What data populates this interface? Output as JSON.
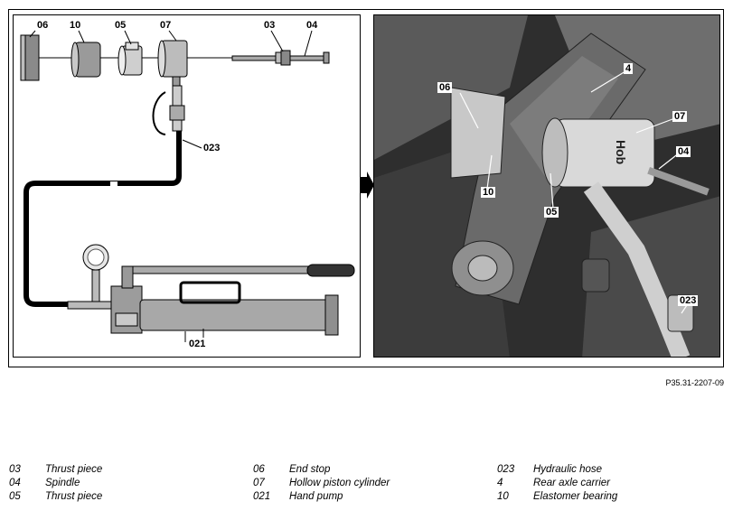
{
  "diagram_left": {
    "labels": [
      "06",
      "10",
      "05",
      "07",
      "03",
      "04",
      "023",
      "021"
    ]
  },
  "photo_right": {
    "labels": [
      "4",
      "06",
      "07",
      "04",
      "10",
      "05",
      "023"
    ],
    "cylinder_text": "Hob"
  },
  "reference_code": "P35.31-2207-09",
  "legend": {
    "columns": [
      [
        {
          "code": "03",
          "text": "Thrust piece"
        },
        {
          "code": "04",
          "text": "Spindle"
        },
        {
          "code": "05",
          "text": "Thrust piece"
        }
      ],
      [
        {
          "code": "06",
          "text": "End stop"
        },
        {
          "code": "07",
          "text": "Hollow piston cylinder"
        },
        {
          "code": "021",
          "text": "Hand pump"
        }
      ],
      [
        {
          "code": "023",
          "text": "Hydraulic hose"
        },
        {
          "code": "4",
          "text": "Rear axle carrier"
        },
        {
          "code": "10",
          "text": "Elastomer bearing"
        }
      ]
    ]
  }
}
